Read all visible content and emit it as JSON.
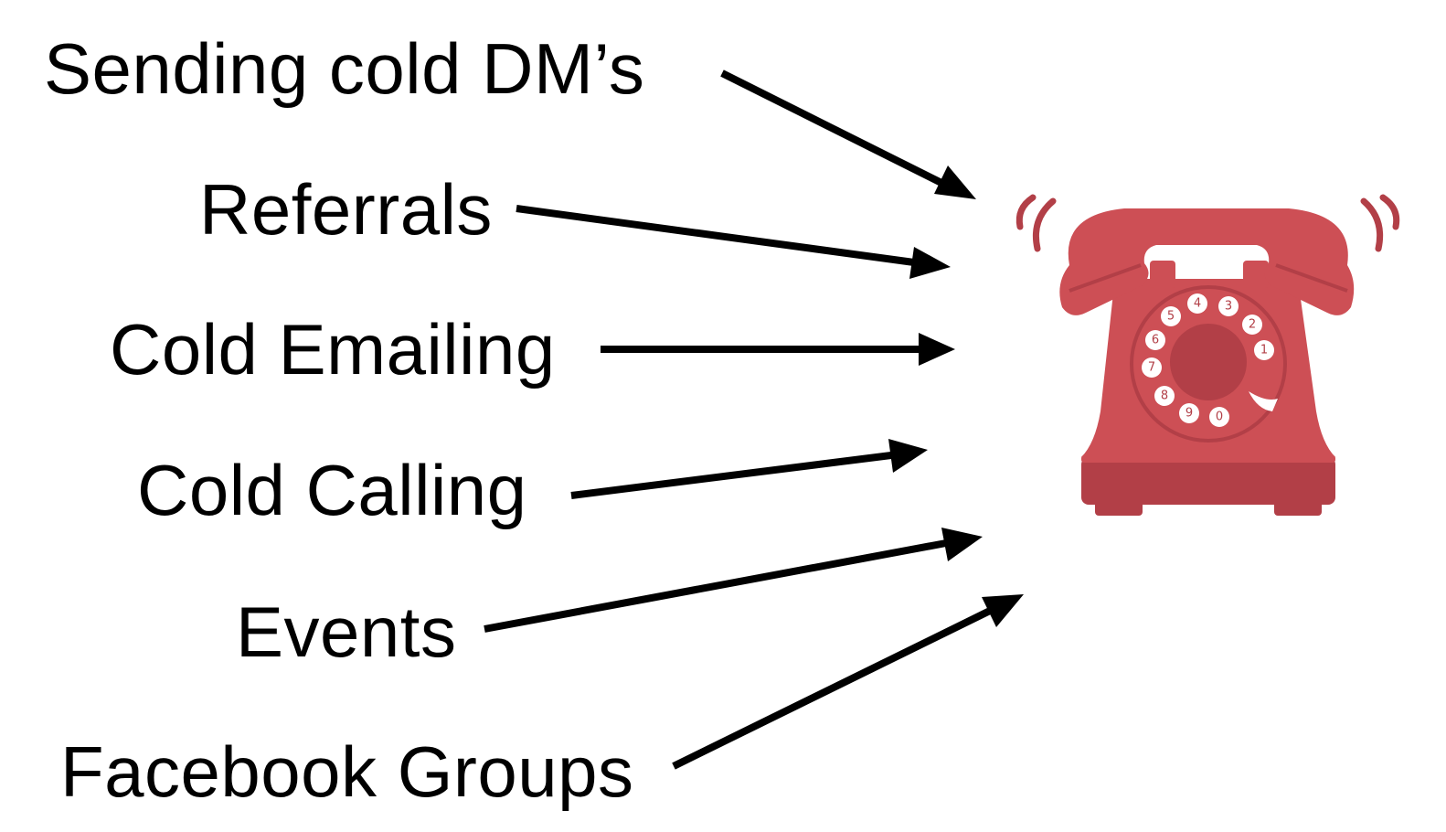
{
  "channels": [
    {
      "id": "dms",
      "label": "Sending cold DM’s"
    },
    {
      "id": "referrals",
      "label": "Referrals"
    },
    {
      "id": "email",
      "label": "Cold Emailing"
    },
    {
      "id": "calling",
      "label": "Cold Calling"
    },
    {
      "id": "events",
      "label": "Events"
    },
    {
      "id": "facebook",
      "label": "Facebook Groups"
    }
  ],
  "target": {
    "icon": "rotary-telephone-ringing-icon",
    "dial_digits": [
      "1",
      "2",
      "3",
      "4",
      "5",
      "6",
      "7",
      "8",
      "9",
      "0"
    ]
  },
  "colors": {
    "text": "#000000",
    "arrow": "#000000",
    "phone_body": "#cd4f55",
    "phone_dark": "#b23f47",
    "ring_waves": "#b23f47",
    "digit_face": "#ffffff"
  }
}
